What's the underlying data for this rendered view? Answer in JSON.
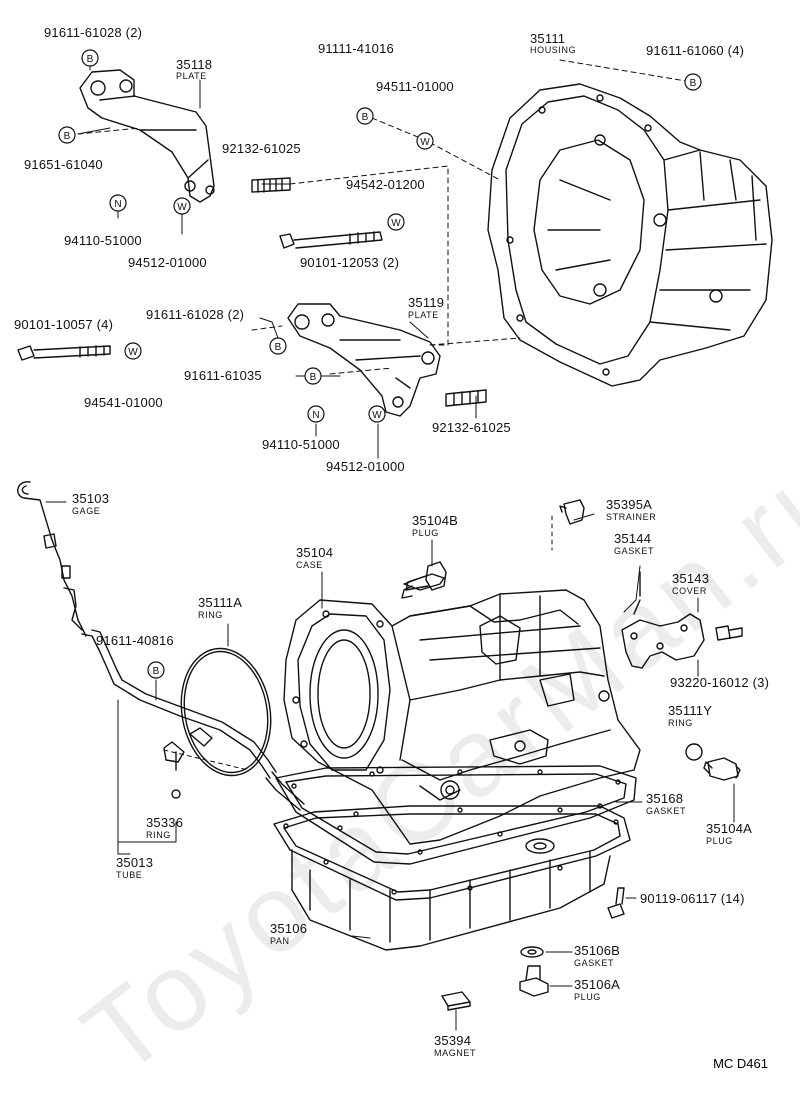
{
  "watermark": "ToyotaCarMan.ru",
  "diagram_code": "MC  D461",
  "labels": {
    "l91611_61028_top": "91611-61028 (2)",
    "p35118": "35118",
    "p35118_sub": "PLATE",
    "l91651_61040": "91651-61040",
    "l94110_51000_top": "94110-51000",
    "l94512_01000_top": "94512-01000",
    "l91111_41016": "91111-41016",
    "l94511_01000": "94511-01000",
    "l92132_61025_top": "92132-61025",
    "l94542_01200": "94542-01200",
    "l90101_12053": "90101-12053 (2)",
    "p35111": "35111",
    "p35111_sub": "HOUSING",
    "l91611_61060": "91611-61060 (4)",
    "l90101_10057": "90101-10057 (4)",
    "l94541_01000": "94541-01000",
    "l91611_61028_mid": "91611-61028 (2)",
    "p35119": "35119",
    "p35119_sub": "PLATE",
    "l91611_61035": "91611-61035",
    "l94110_51000_mid": "94110-51000",
    "l94512_01000_mid": "94512-01000",
    "l92132_61025_mid": "92132-61025",
    "p35103": "35103",
    "p35103_sub": "GAGE",
    "p35104B": "35104B",
    "p35104B_sub": "PLUG",
    "p35395A": "35395A",
    "p35395A_sub": "STRAINER",
    "p35144": "35144",
    "p35144_sub": "GASKET",
    "p35104": "35104",
    "p35104_sub": "CASE",
    "p35143": "35143",
    "p35143_sub": "COVER",
    "p35111A": "35111A",
    "p35111A_sub": "RING",
    "l91611_40816": "91611-40816",
    "l93220_16012": "93220-16012 (3)",
    "p35111Y": "35111Y",
    "p35111Y_sub": "RING",
    "p35168": "35168",
    "p35168_sub": "GASKET",
    "p35104A": "35104A",
    "p35104A_sub": "PLUG",
    "p35336": "35336",
    "p35336_sub": "RING",
    "p35013": "35013",
    "p35013_sub": "TUBE",
    "l90119_06117": "90119-06117 (14)",
    "p35106": "35106",
    "p35106_sub": "PAN",
    "p35106B": "35106B",
    "p35106B_sub": "GASKET",
    "p35106A": "35106A",
    "p35106A_sub": "PLUG",
    "p35394": "35394",
    "p35394_sub": "MAGNET"
  },
  "markers": {
    "b": "B",
    "w": "W",
    "n": "N"
  }
}
